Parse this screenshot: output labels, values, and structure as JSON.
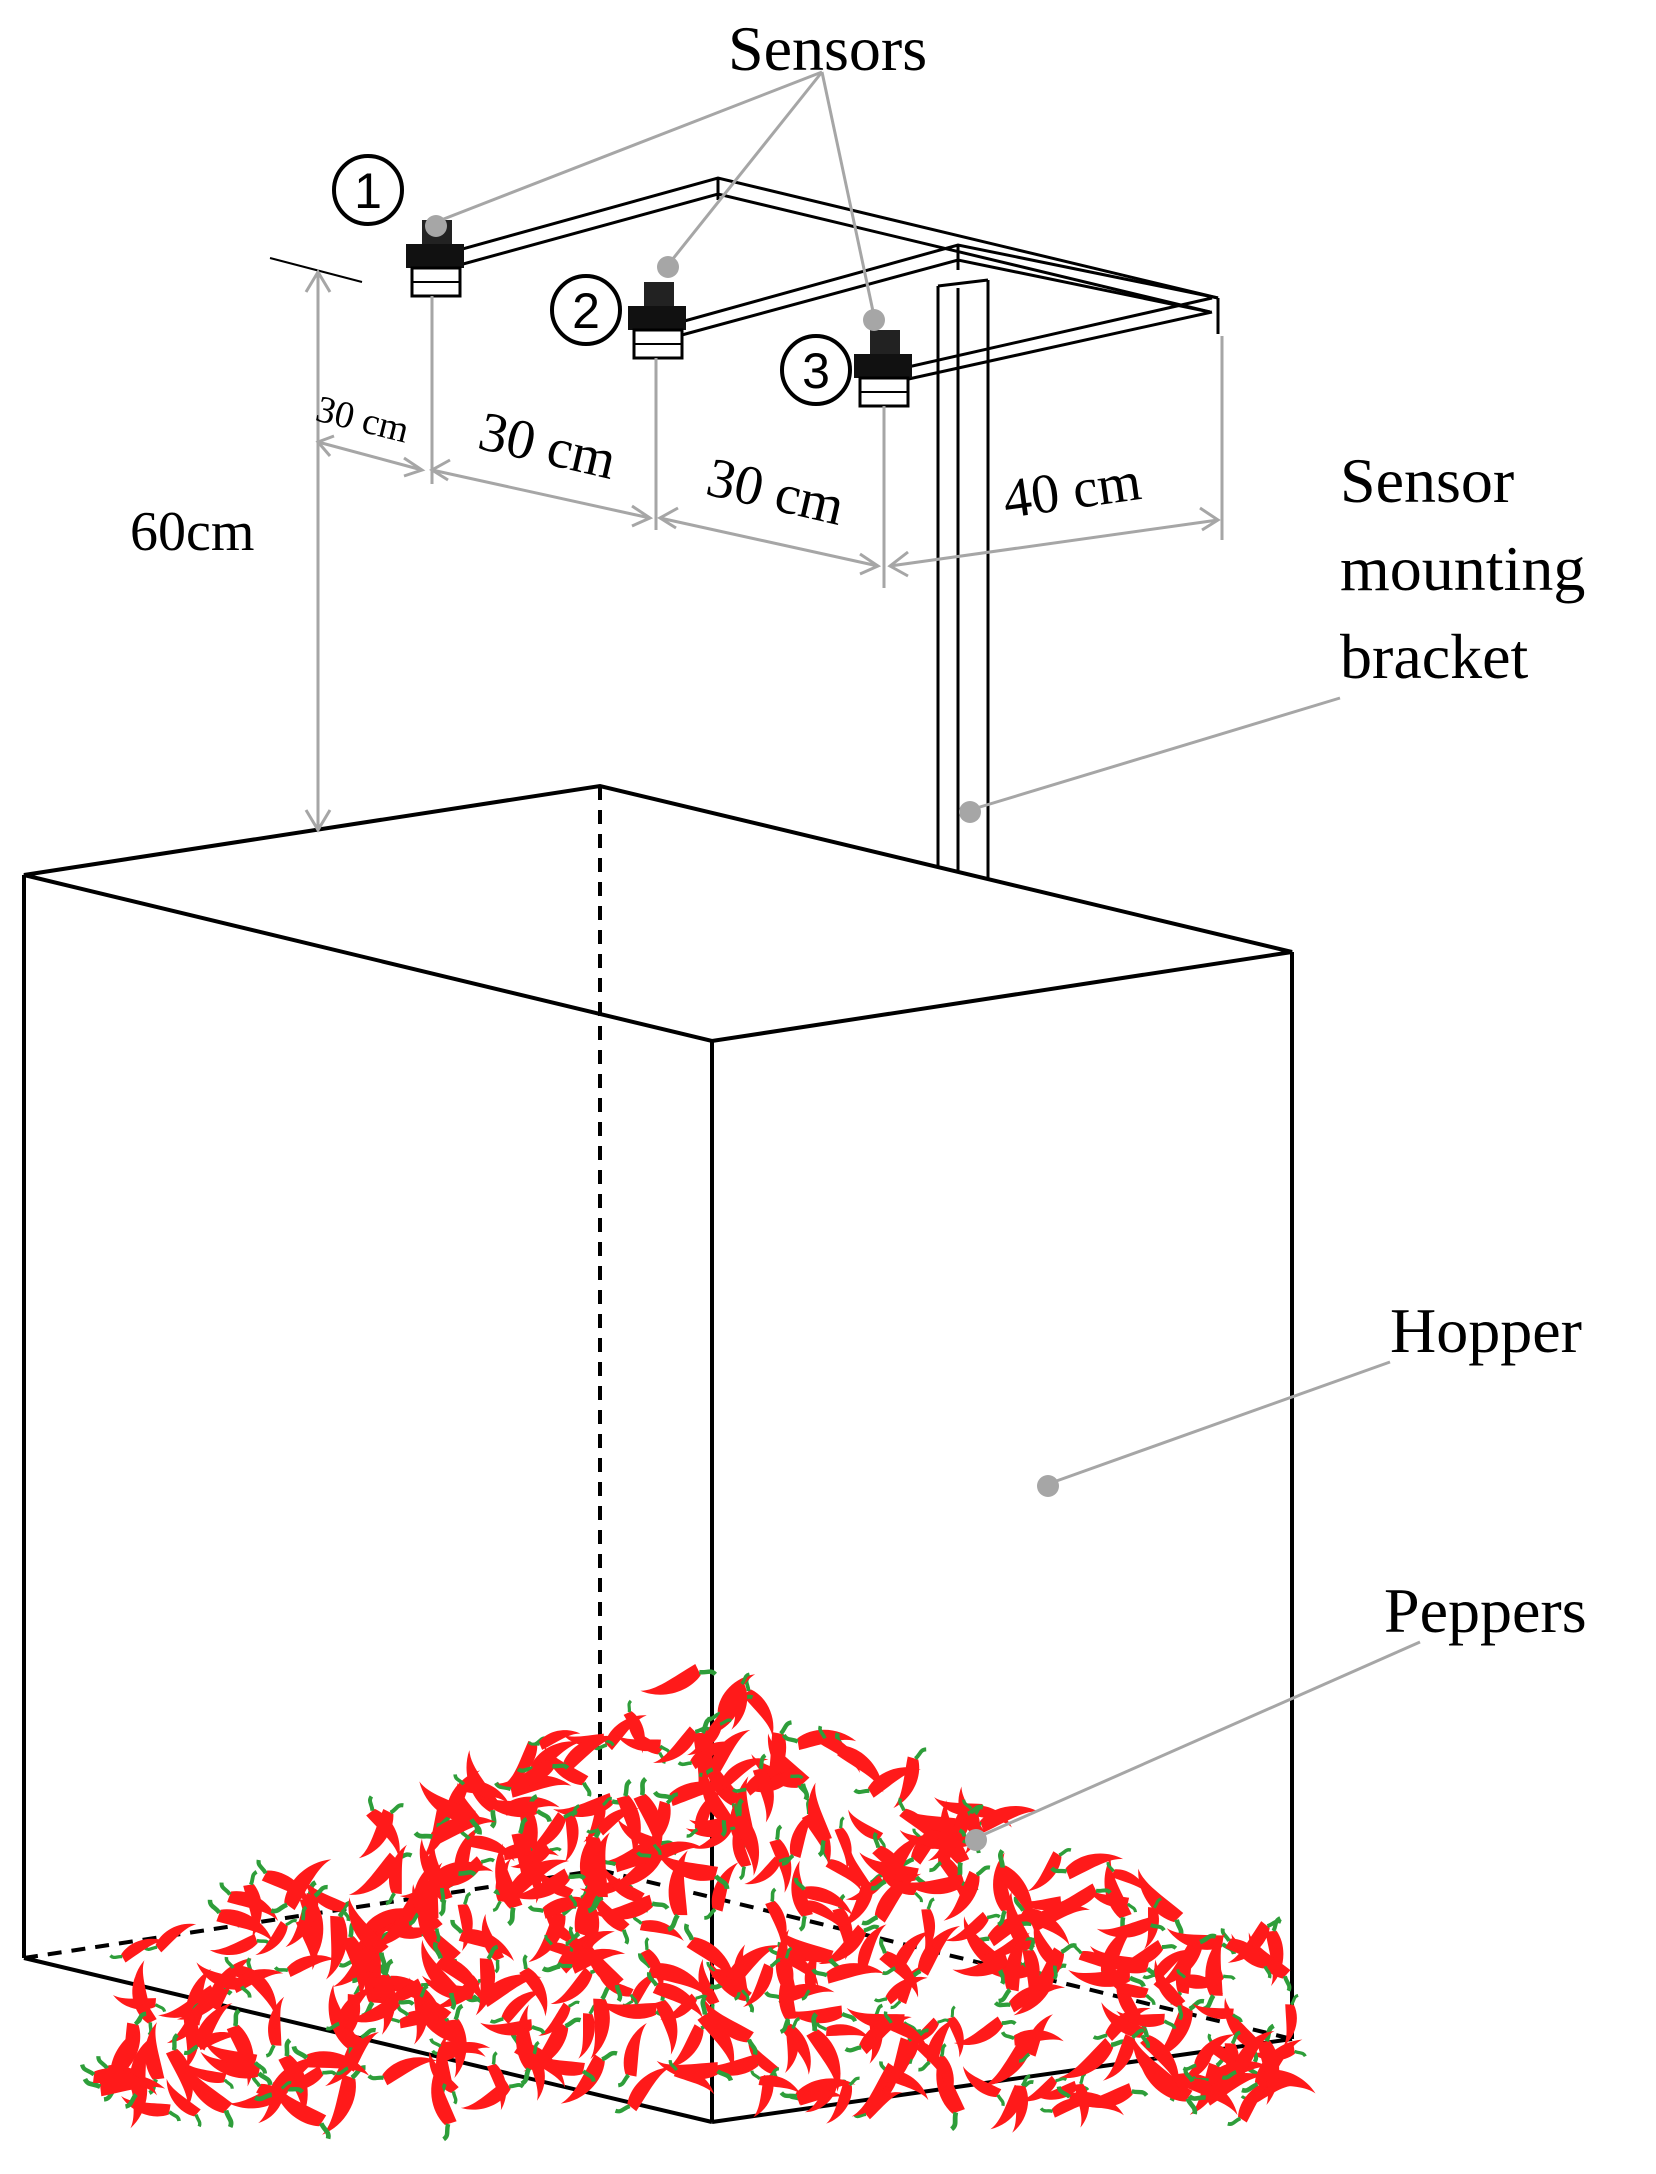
{
  "labels": {
    "sensors": "Sensors",
    "bracket": [
      "Sensor",
      "mounting",
      "bracket"
    ],
    "hopper": "Hopper",
    "peppers": "Peppers"
  },
  "sensor_numbers": [
    "1",
    "2",
    "3"
  ],
  "dimensions": {
    "height": "60cm",
    "gap1": "30 cm",
    "gap2": "30 cm",
    "gap3": "30 cm",
    "gap4": "40 cm"
  },
  "colors": {
    "line": "#000000",
    "leader": "#a6a6a6",
    "dimension": "#a6a6a6",
    "pepper": "#ff1a1a",
    "stem": "#2e9e3a"
  }
}
